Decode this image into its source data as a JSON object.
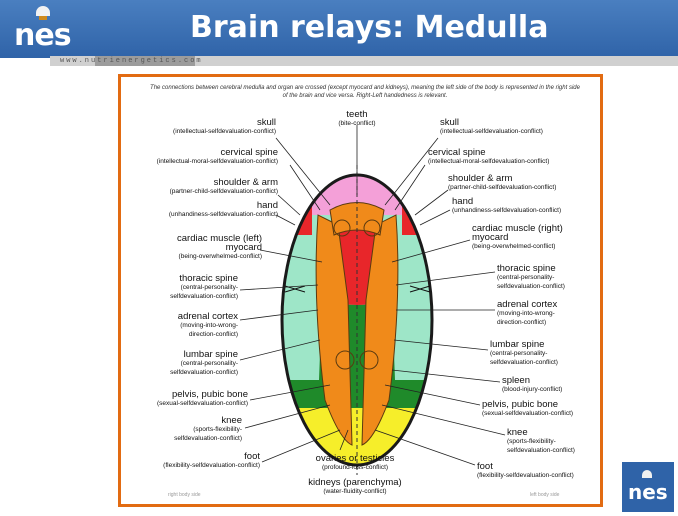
{
  "header": {
    "logo": "nes",
    "title": "Brain relays: Medulla",
    "url": "www.nutrienergetics.com"
  },
  "diagram": {
    "note": "The connections between cerebral medulla and organ are crossed (except myocard and kidneys), meaning the left side of the body is represented in the right side of the brain and vice versa. Right-Left handedness is relevant.",
    "left": [
      {
        "h": "skull",
        "s": "(intellectual-selfdevaluation-conflict)"
      },
      {
        "h": "cervical spine",
        "s": "(intellectual-moral-selfdevaluation-conflict)"
      },
      {
        "h": "shoulder & arm",
        "s": "(partner-child-selfdevaluation-conflict)"
      },
      {
        "h": "hand",
        "s": "(unhandiness-selfdevaluation-conflict)"
      },
      {
        "h": "cardiac muscle (left)",
        "h2": "myocard",
        "s": "(being-overwhelmed-conflict)"
      },
      {
        "h": "thoracic spine",
        "s": "(central-personality-",
        "s2": "selfdevaluation-conflict)"
      },
      {
        "h": "adrenal cortex",
        "s": "(moving-into-wrong-",
        "s2": "direction-conflict)"
      },
      {
        "h": "lumbar spine",
        "s": "(central-personality-",
        "s2": "selfdevaluation-conflict)"
      },
      {
        "h": "pelvis, pubic bone",
        "s": "(sexual-selfdevaluation-conflict)"
      },
      {
        "h": "knee",
        "s": "(sports-flexibility-",
        "s2": "selfdevaluation-conflict)"
      },
      {
        "h": "foot",
        "s": "(flexibility-selfdevaluation-conflict)"
      }
    ],
    "right": [
      {
        "h": "skull",
        "s": "(intellectual-selfdevaluation-conflict)"
      },
      {
        "h": "cervical spine",
        "s": "(intellectual-moral-selfdevaluation-conflict)"
      },
      {
        "h": "shoulder & arm",
        "s": "(partner-child-selfdevaluation-conflict)"
      },
      {
        "h": "hand",
        "s": "(unhandiness-selfdevaluation-conflict)"
      },
      {
        "h": "cardiac muscle (right)",
        "h2": "myocard",
        "s": "(being-overwhelmed-conflict)"
      },
      {
        "h": "thoracic spine",
        "s": "(central-personality-",
        "s2": "selfdevaluation-conflict)"
      },
      {
        "h": "adrenal cortex",
        "s": "(moving-into-wrong-",
        "s2": "direction-conflict)"
      },
      {
        "h": "lumbar spine",
        "s": "(central-personality-",
        "s2": "selfdevaluation-conflict)"
      },
      {
        "h": "spleen",
        "s": "(blood-injury-conflict)"
      },
      {
        "h": "pelvis, pubic bone",
        "s": "(sexual-selfdevaluation-conflict)"
      },
      {
        "h": "knee",
        "s": "(sports-flexibility-",
        "s2": "selfdevaluation-conflict)"
      },
      {
        "h": "foot",
        "s": "(flexibility-selfdevaluation-conflict)"
      }
    ],
    "top": {
      "h": "teeth",
      "s": "(bite-conflict)"
    },
    "bottom1": {
      "h": "ovaries or testicles",
      "s": "(profound-loss-conflict)"
    },
    "bottom2": {
      "h": "kidneys (parenchyma)",
      "s": "(water-fluidity-conflict)"
    },
    "footer_left": "right body side",
    "footer_right": "left body side"
  },
  "colors": {
    "header": "#2f63a8",
    "frame": "#e26b12",
    "pink": "#f4a0d8",
    "orange": "#f08a1a",
    "red": "#e8262a",
    "lightgreen": "#9ee6c8",
    "darkgreen": "#1f8a2a",
    "yellow": "#f6ee2a",
    "outline": "#1a1a1a"
  }
}
